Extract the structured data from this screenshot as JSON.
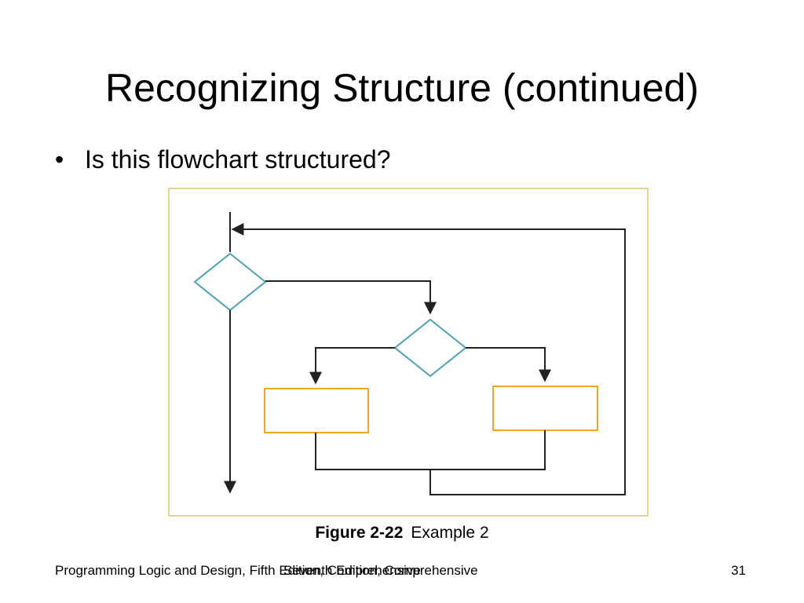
{
  "slide": {
    "title": "Recognizing Structure (continued)",
    "bullet_symbol": "•",
    "bullet_text": "Is this flowchart structured?"
  },
  "figure": {
    "caption_label": "Figure 2-22",
    "caption_text": "Example 2",
    "colors": {
      "frame": "#e6d58a",
      "decision": "#4aa1b8",
      "process": "#f5a623",
      "line": "#222222"
    }
  },
  "footer": {
    "course_title": "Programming Logic and Design, Fifth Edition, Comprehensive",
    "overlay_text": "Seventh Edition, Comprehensive",
    "page_number": "31"
  }
}
